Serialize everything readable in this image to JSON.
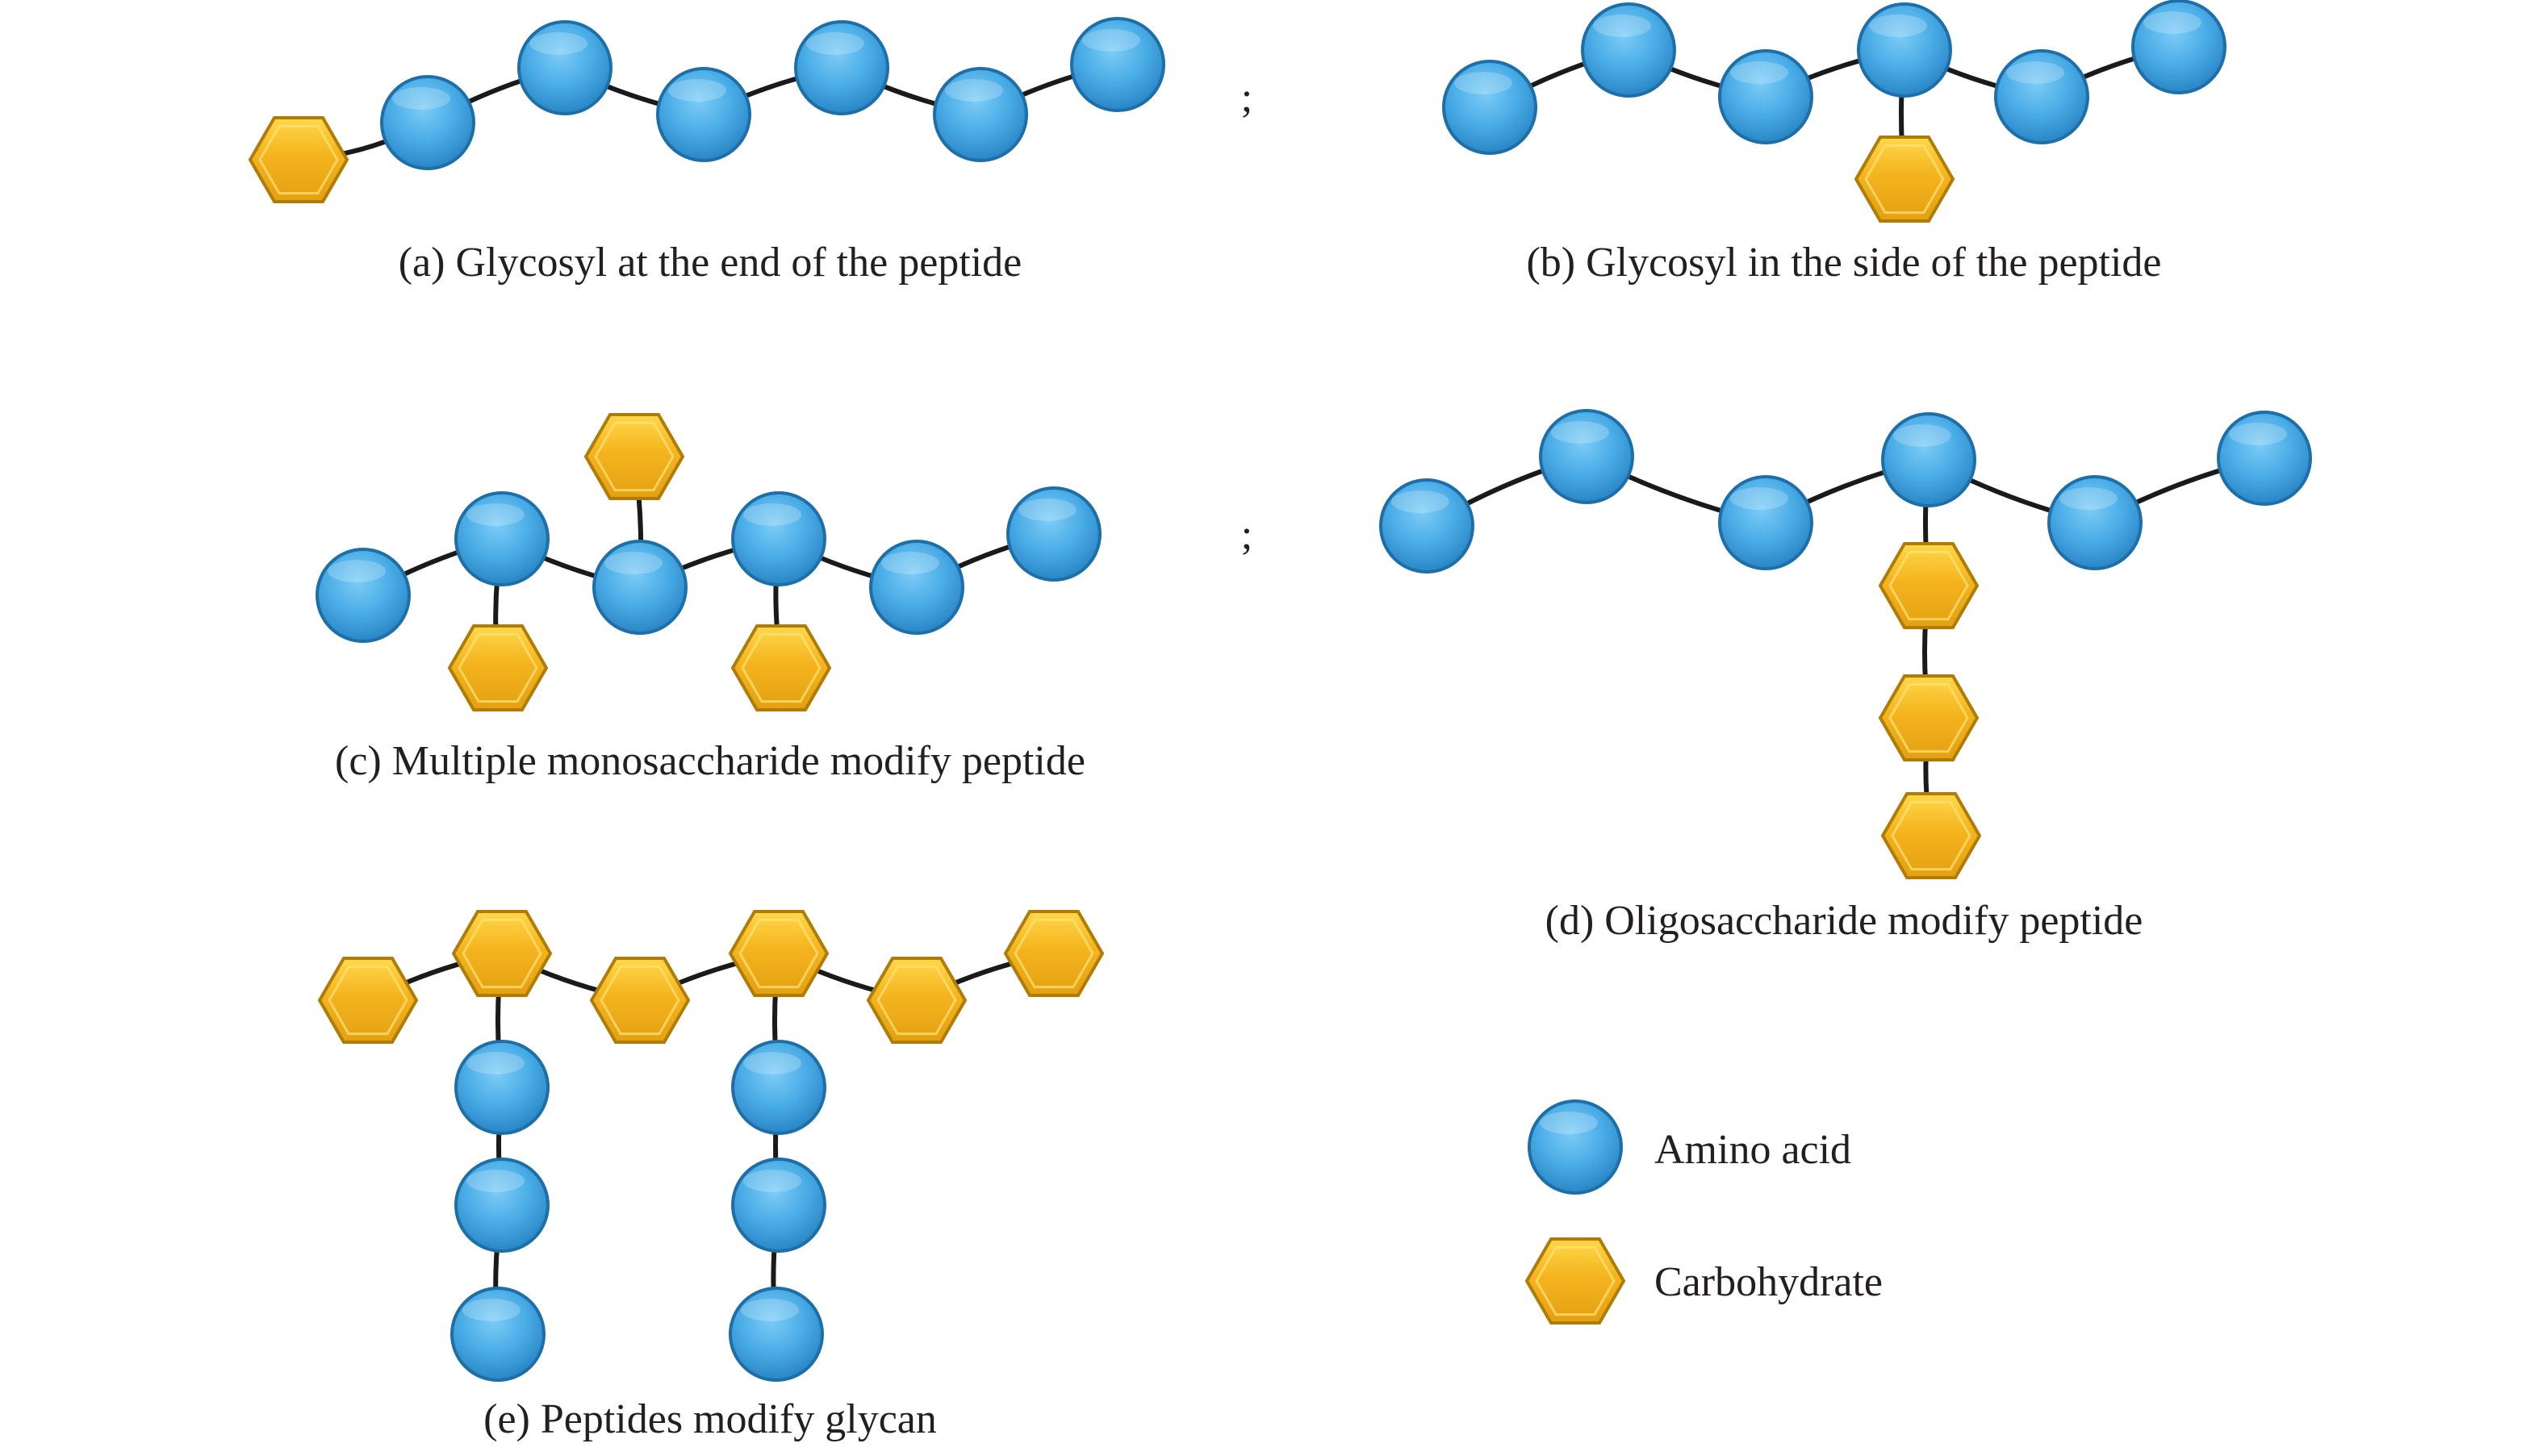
{
  "colors": {
    "amino_acid": "#4aaee8",
    "amino_acid_dark": "#1e6fa8",
    "carbohydrate": "#f2b51f",
    "carbohydrate_dark": "#b07c08",
    "bond": "#1a1a1a"
  },
  "panels": [
    {
      "id": "a",
      "caption": "(a) Glycosyl at the end of the peptide"
    },
    {
      "id": "b",
      "caption": "(b) Glycosyl in the side of the peptide"
    },
    {
      "id": "c",
      "caption": "(c) Multiple monosaccharide modify peptide"
    },
    {
      "id": "d",
      "caption": "(d) Oligosaccharide modify peptide"
    },
    {
      "id": "e",
      "caption": "(e) Peptides modify glycan"
    }
  ],
  "separators": [
    ";",
    ";"
  ],
  "legend": {
    "amino_acid": {
      "label": "Amino acid",
      "icon": "blue-circle"
    },
    "carbohydrate": {
      "label": "Carbohydrate",
      "icon": "gold-hexagon"
    }
  }
}
